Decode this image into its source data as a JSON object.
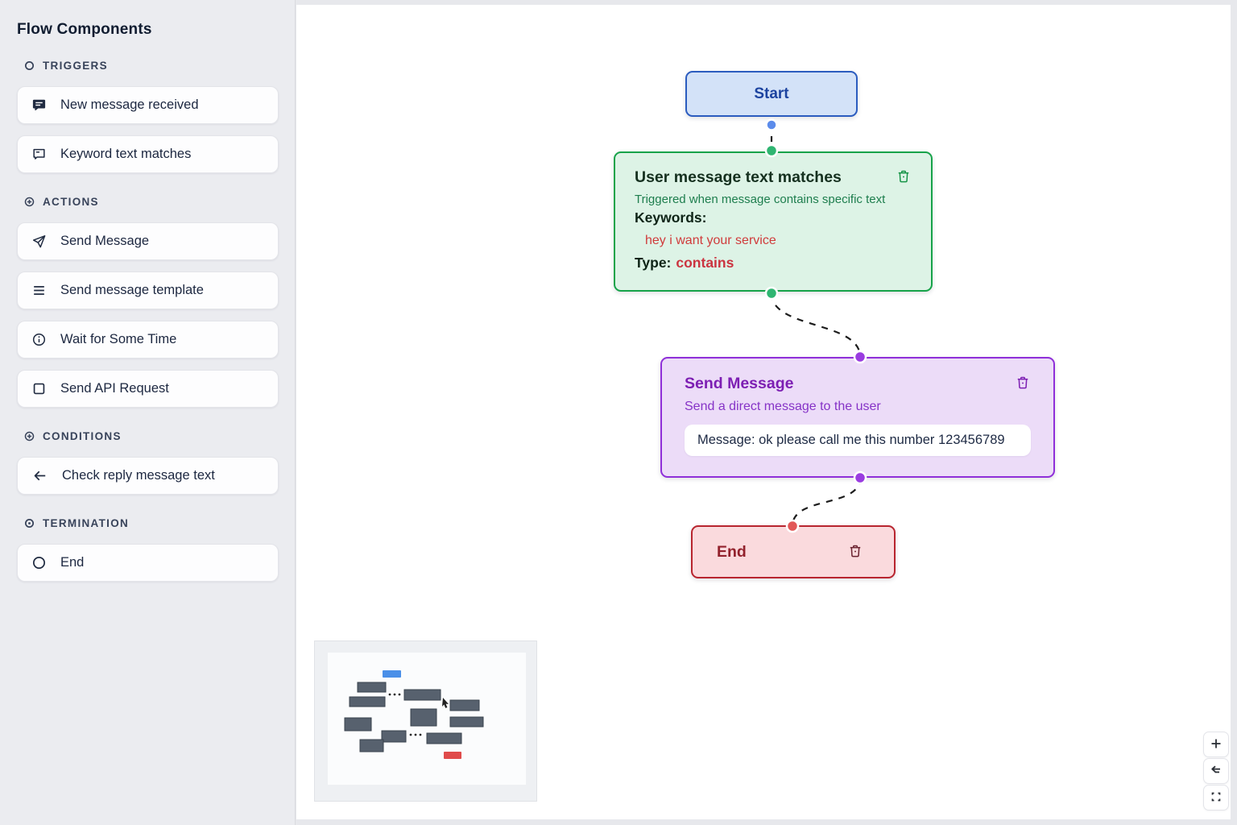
{
  "sidebar": {
    "title": "Flow Components",
    "sections": [
      {
        "label": "TRIGGERS",
        "icon": "circle-icon",
        "items": [
          {
            "label": "New message received",
            "icon": "message-filled-icon"
          },
          {
            "label": "Keyword text matches",
            "icon": "chat-bubble-icon"
          }
        ]
      },
      {
        "label": "ACTIONS",
        "icon": "plus-circle-icon",
        "items": [
          {
            "label": "Send Message",
            "icon": "send-icon"
          },
          {
            "label": "Send message template",
            "icon": "menu-lines-icon"
          },
          {
            "label": "Wait for Some Time",
            "icon": "info-circle-icon"
          },
          {
            "label": "Send API Request",
            "icon": "square-icon"
          }
        ]
      },
      {
        "label": "CONDITIONS",
        "icon": "plus-circle-icon",
        "items": [
          {
            "label": "Check reply message text",
            "icon": "arrow-left-icon"
          }
        ]
      },
      {
        "label": "TERMINATION",
        "icon": "dot-circle-icon",
        "items": [
          {
            "label": "End",
            "icon": "circle-icon"
          }
        ]
      }
    ]
  },
  "canvas": {
    "nodes": {
      "start": {
        "label": "Start"
      },
      "trigger": {
        "title": "User message text matches",
        "description": "Triggered when message contains specific text",
        "keywords_label": "Keywords:",
        "keyword": "hey i want your service",
        "type_label": "Type:",
        "type_value": "contains"
      },
      "send_message": {
        "title": "Send Message",
        "description": "Send a direct message to the user",
        "message": "Message: ok please call me this number 123456789"
      },
      "end": {
        "label": "End"
      }
    },
    "controls": [
      "zoom-in-icon",
      "zoom-out-icon",
      "fit-view-icon"
    ]
  },
  "colors": {
    "start_fill": "#d3e2f8",
    "start_border": "#2b5cbf",
    "start_text": "#1d44a0",
    "trigger_fill": "#ddf3e6",
    "trigger_border": "#17a34a",
    "action_fill": "#ecdcf8",
    "action_border": "#8f2fd9",
    "action_text": "#7d1fb3",
    "end_fill": "#fadadd",
    "end_border": "#b8252f",
    "end_text": "#92212c",
    "keyword_red": "#d03b3b",
    "edge": "#1c1c1c",
    "handle_blue": "#5c8ceb",
    "handle_green": "#2fb571",
    "handle_purple": "#9a3ce0",
    "handle_red": "#e25757",
    "sidebar_bg": "#ebecf0",
    "canvas_bg": "#ffffff"
  }
}
